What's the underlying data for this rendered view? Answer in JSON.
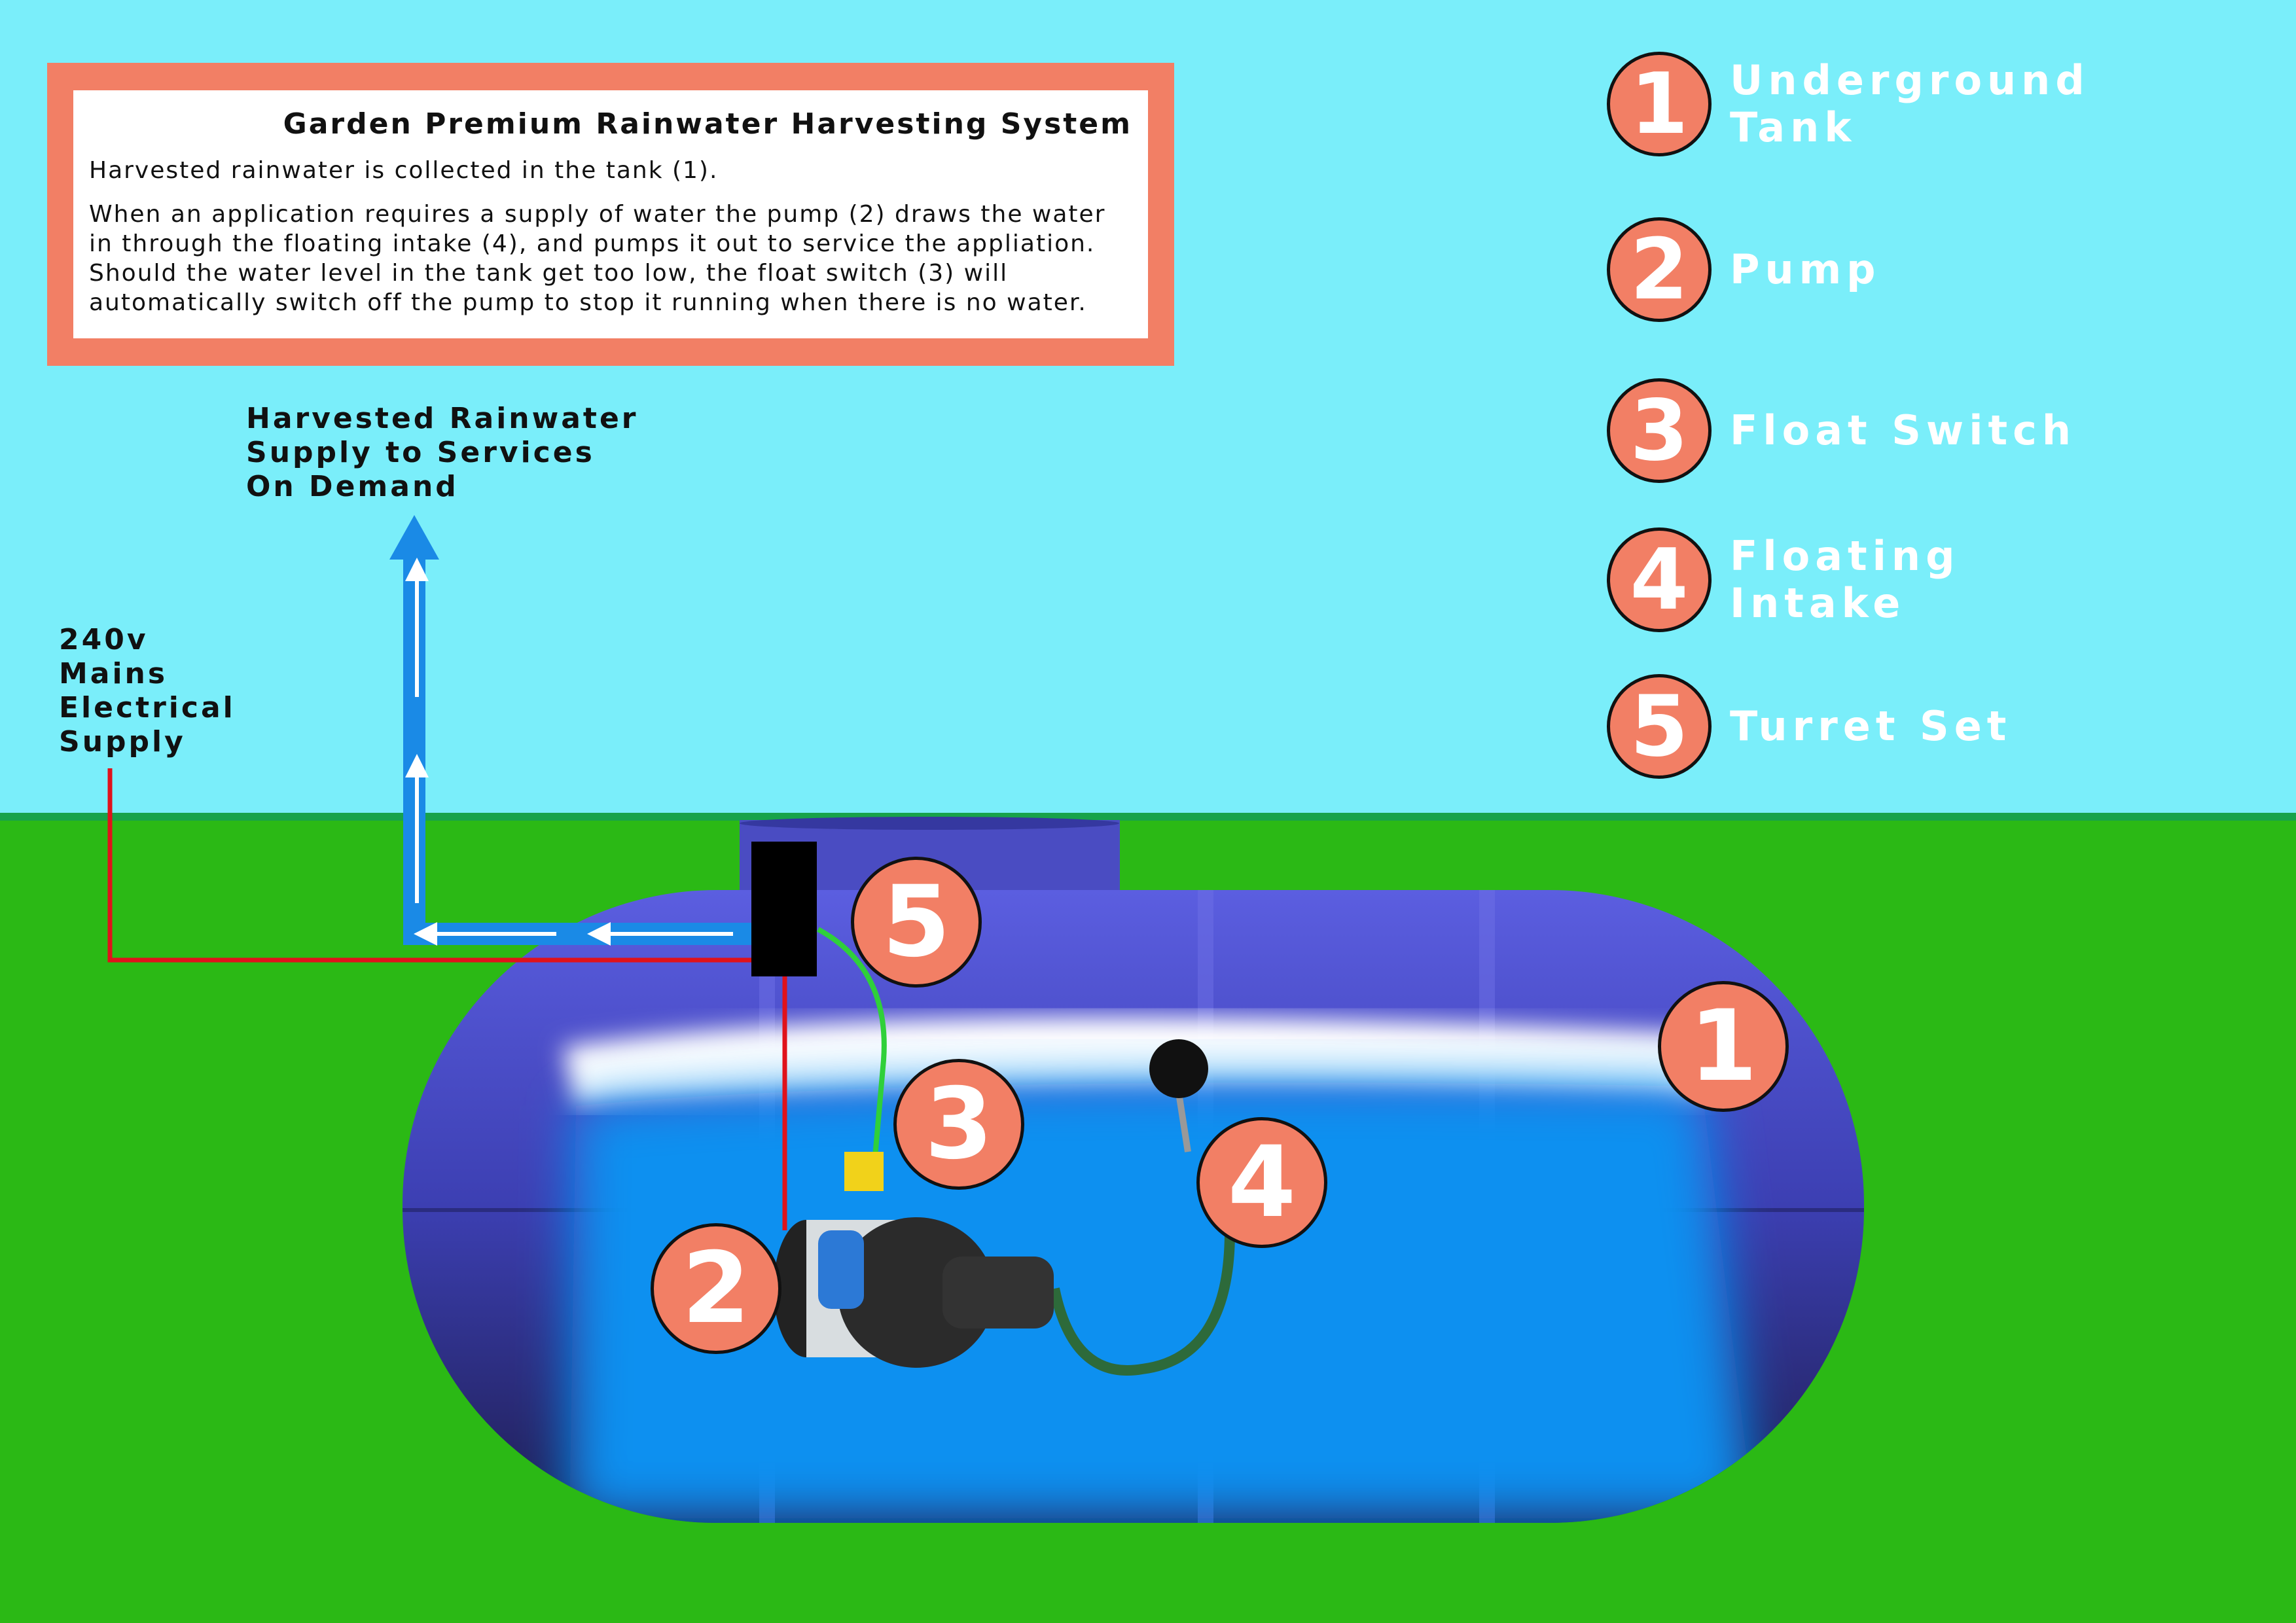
{
  "info": {
    "title": "Garden Premium Rainwater Harvesting System",
    "para1": "Harvested rainwater is collected in the tank (1).",
    "para2": "When an application requires a supply of water the pump (2) draws the water in through the floating intake (4), and pumps it out to service the appliation. Should the water level in the tank get too low, the float switch (3) will automatically switch off the pump to stop it running when there is no water."
  },
  "labels": {
    "supply": "Harvested Rainwater Supply to Services On Demand",
    "mains": "240v Mains Electrical Supply"
  },
  "legend": [
    {
      "number": "1",
      "label": "Underground Tank"
    },
    {
      "number": "2",
      "label": "Pump"
    },
    {
      "number": "3",
      "label": "Float Switch"
    },
    {
      "number": "4",
      "label": "Floating Intake"
    },
    {
      "number": "5",
      "label": "Turret Set"
    }
  ],
  "markers": {
    "tank": "1",
    "pump": "2",
    "float_switch": "3",
    "floating_intake": "4",
    "turret": "5"
  },
  "colors": {
    "sky": "#7aeefa",
    "ground": "#2bb915",
    "accent": "#f27f65",
    "tank": "#3b3aa8",
    "water": "#0a90f0",
    "pipe": "#1a8ae6",
    "wire": "#e0121b"
  }
}
